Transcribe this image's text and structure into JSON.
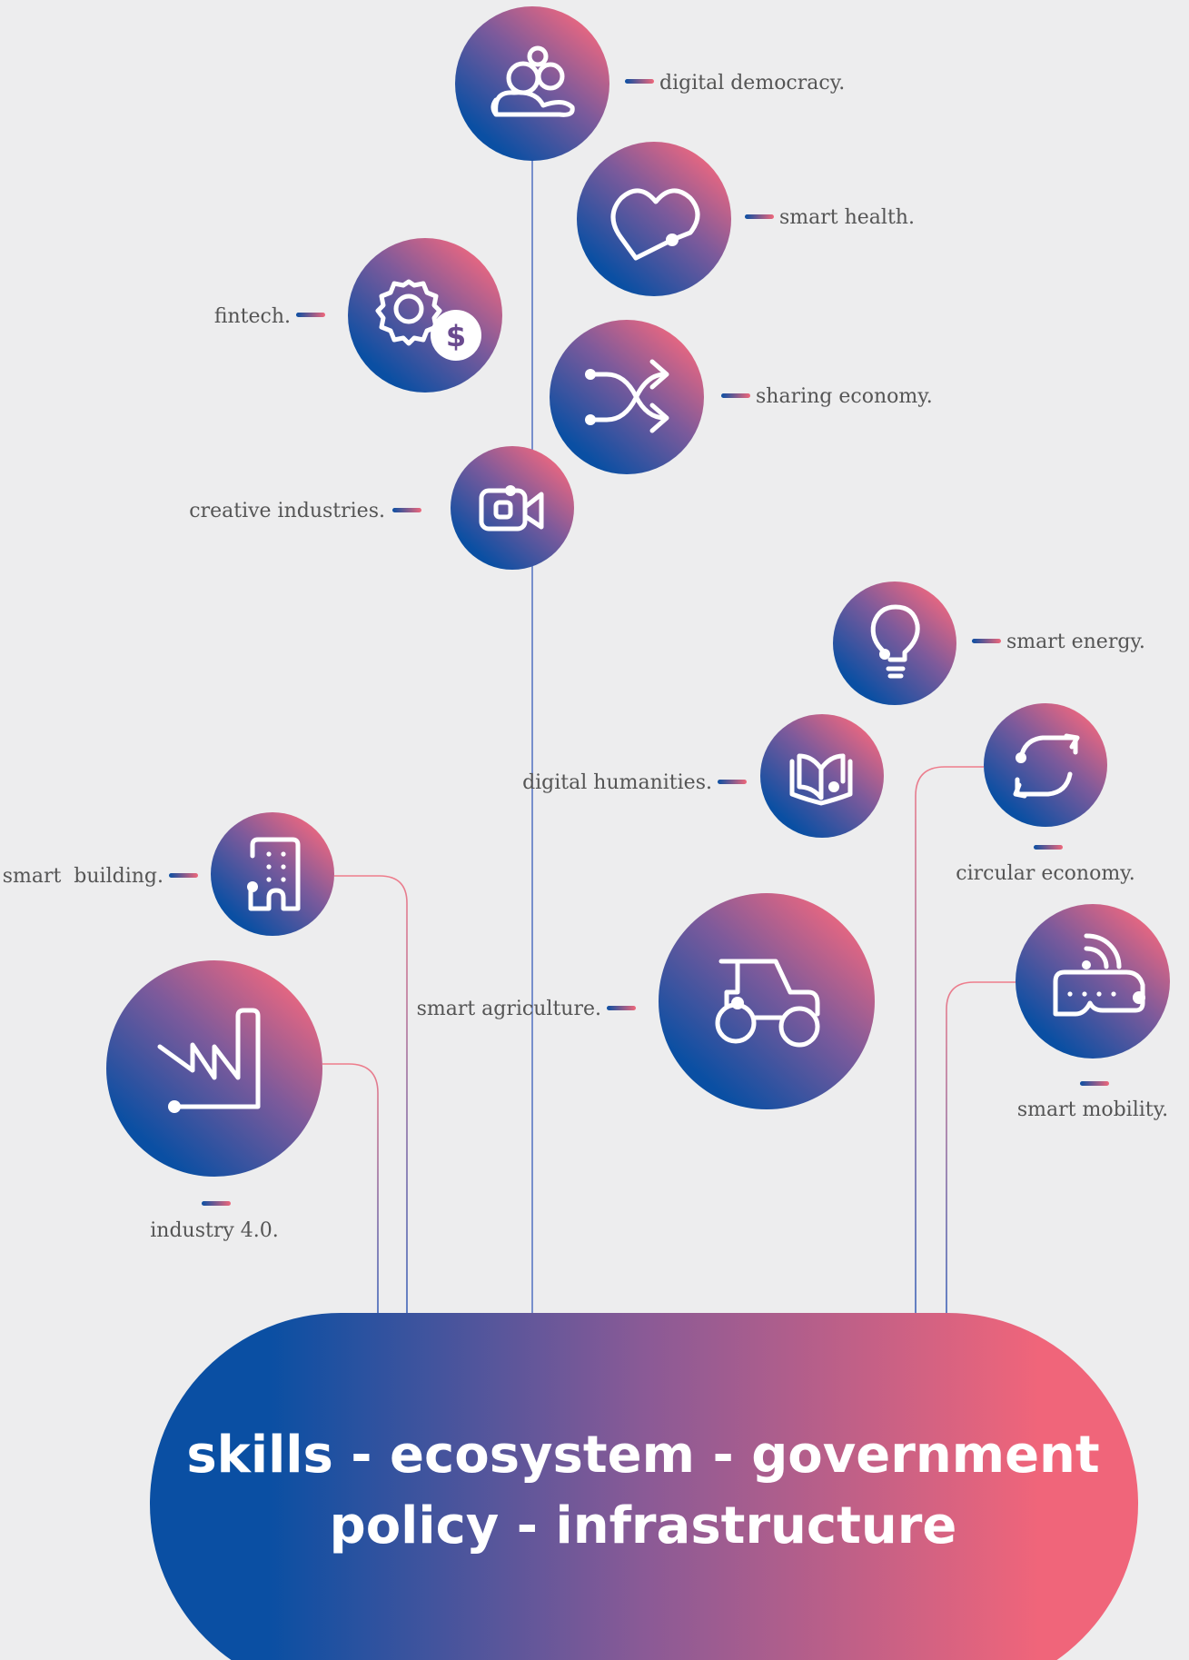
{
  "base": {
    "line1": "skills - ecosystem - government",
    "line2": "policy - infrastructure"
  },
  "colors": {
    "background": "#ededee",
    "gradient_blue": "#0a4fa3",
    "gradient_purple": "#7d5a9b",
    "gradient_pink": "#f0677a",
    "label_text": "#555555",
    "connector": "#e88a9a"
  },
  "nodes": [
    {
      "id": "digital-democracy",
      "label": "digital democracy.",
      "icon": "people-icon"
    },
    {
      "id": "smart-health",
      "label": "smart health.",
      "icon": "heart-icon"
    },
    {
      "id": "fintech",
      "label": "fintech.",
      "icon": "gear-dollar-icon"
    },
    {
      "id": "sharing-economy",
      "label": "sharing economy.",
      "icon": "shuffle-arrows-icon"
    },
    {
      "id": "creative-industries",
      "label": "creative industries.",
      "icon": "video-camera-icon"
    },
    {
      "id": "smart-energy",
      "label": "smart energy.",
      "icon": "lightbulb-icon"
    },
    {
      "id": "digital-humanities",
      "label": "digital humanities.",
      "icon": "open-book-icon"
    },
    {
      "id": "circular-economy",
      "label": "circular economy.",
      "icon": "recycle-arrows-icon"
    },
    {
      "id": "smart-building",
      "label": "smart  building.",
      "icon": "building-icon"
    },
    {
      "id": "smart-agriculture",
      "label": "smart agriculture.",
      "icon": "tractor-icon"
    },
    {
      "id": "smart-mobility",
      "label": "smart mobility.",
      "icon": "connected-bus-icon"
    },
    {
      "id": "industry-4-0",
      "label": "industry 4.0.",
      "icon": "factory-chart-icon"
    }
  ]
}
